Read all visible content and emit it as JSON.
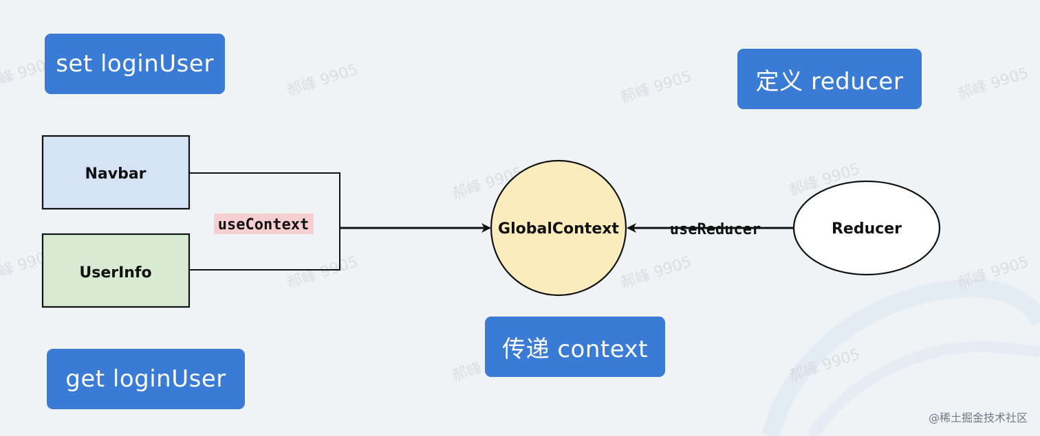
{
  "callouts": {
    "set_login_user": "set loginUser",
    "define_reducer": "定义 reducer",
    "pass_context": "传递 context",
    "get_login_user": "get loginUser"
  },
  "nodes": {
    "navbar": "Navbar",
    "user_info": "UserInfo",
    "global_context": "GlobalContext",
    "reducer": "Reducer"
  },
  "edges": {
    "use_context": "useContext",
    "use_reducer": "useReducer"
  },
  "watermark": "郝峰 9905",
  "credit": "@稀土掘金技术社区",
  "colors": {
    "callout": "#3a7bd5",
    "navbar_fill": "#d6e3f4",
    "user_info_fill": "#d8ead2",
    "global_context_fill": "#fbecbd",
    "use_context_highlight": "#f6cfd1"
  }
}
